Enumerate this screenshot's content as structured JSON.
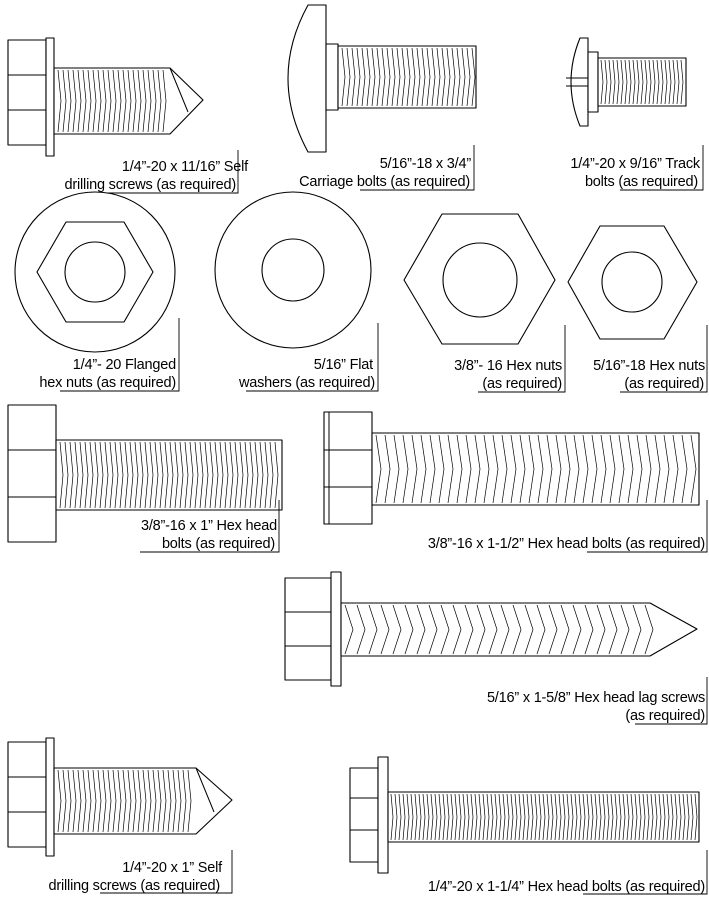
{
  "items": [
    {
      "line1": "1/4”-20 x 11/16” Self",
      "line2": "drilling screws (as required)"
    },
    {
      "line1": "5/16”-18 x 3/4”",
      "line2": "Carriage bolts (as required)"
    },
    {
      "line1": "1/4”-20 x 9/16” Track",
      "line2": "bolts (as required)"
    },
    {
      "line1": "1/4”- 20 Flanged",
      "line2": "hex nuts (as required)"
    },
    {
      "line1": "5/16” Flat",
      "line2": "washers (as required)"
    },
    {
      "line1": "3/8”- 16 Hex nuts",
      "line2": "(as required)"
    },
    {
      "line1": "5/16”-18 Hex nuts",
      "line2": "(as required)"
    },
    {
      "line1": "3/8”-16 x 1” Hex head",
      "line2": "bolts (as required)"
    },
    {
      "line1": "3/8”-16 x 1-1/2” Hex head bolts (as required)"
    },
    {
      "line1": "5/16” x 1-5/8” Hex head lag screws",
      "line2": "(as required)"
    },
    {
      "line1": "1/4”-20 x 1” Self",
      "line2": "drilling screws (as required)"
    },
    {
      "line1": "1/4”-20 x 1-1/4” Hex head bolts (as required)"
    }
  ]
}
